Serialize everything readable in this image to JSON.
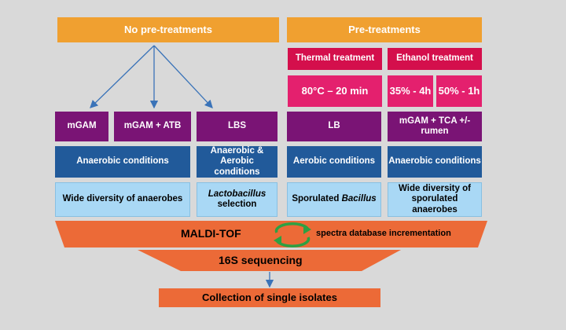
{
  "top": {
    "no_pretreatments": "No pre-treatments",
    "pretreatments": "Pre-treatments"
  },
  "treatments": {
    "thermal": "Thermal treatment",
    "ethanol": "Ethanol treatment",
    "thermal_cond": "80°C – 20 min",
    "ethanol_cond_1": "35% - 4h",
    "ethanol_cond_2": "50% - 1h"
  },
  "media": {
    "mgam": "mGAM",
    "mgam_atb": "mGAM + ATB",
    "lbs": "LBS",
    "lb": "LB",
    "mgam_tca_1": "mGAM + TCA +/-",
    "mgam_tca_2": "rumen"
  },
  "conditions": {
    "anaerobic_1": "Anaerobic conditions",
    "mixed_1": "Anaerobic &",
    "mixed_2": "Aerobic",
    "mixed_3": "conditions",
    "aerobic": "Aerobic conditions",
    "anaerobic_2": "Anaerobic conditions"
  },
  "outcomes": {
    "wide_anaerobes": "Wide diversity of anaerobes",
    "lacto_1": "Lactobacillus",
    "lacto_2": "selection",
    "bacillus_1": "Sporulated ",
    "bacillus_2": "Bacillus",
    "sporulated_1": "Wide diversity of",
    "sporulated_2": "sporulated anaerobes"
  },
  "pipeline": {
    "maldi": "MALDI-TOF",
    "spectra": "spectra database incrementation",
    "sequencing": "16S sequencing",
    "collection": "Collection of single isolates"
  },
  "colors": {
    "orange": "#f0a030",
    "red": "#d40f4c",
    "pink": "#e4206e",
    "purple": "#7a1475",
    "blue": "#215a9a",
    "light_blue": "#a9d8f5",
    "funnel": "#ec6a37",
    "cycle_arrows": "#2ea043"
  },
  "icons": {
    "cycle": "recycle-arrows-icon"
  }
}
